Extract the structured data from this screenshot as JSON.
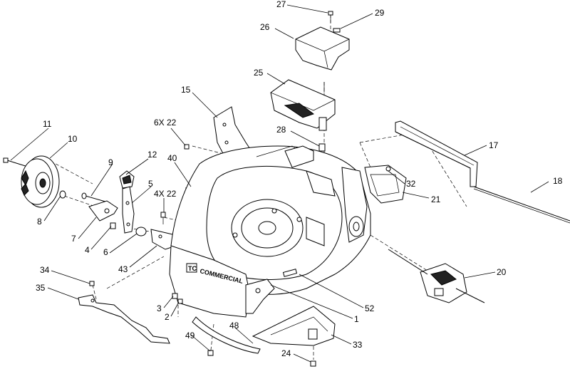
{
  "diagram": {
    "deck_text": "COMMERCIAL",
    "deck_logo": "TC",
    "callouts": [
      {
        "id": "c27",
        "text": "27"
      },
      {
        "id": "c29",
        "text": "29"
      },
      {
        "id": "c26",
        "text": "26"
      },
      {
        "id": "c25",
        "text": "25"
      },
      {
        "id": "c15",
        "text": "15"
      },
      {
        "id": "c6x22",
        "text": "6X 22"
      },
      {
        "id": "c28",
        "text": "28"
      },
      {
        "id": "c17",
        "text": "17"
      },
      {
        "id": "c11",
        "text": "11"
      },
      {
        "id": "c10",
        "text": "10"
      },
      {
        "id": "c9",
        "text": "9"
      },
      {
        "id": "c12",
        "text": "12"
      },
      {
        "id": "c40",
        "text": "40"
      },
      {
        "id": "c5",
        "text": "5"
      },
      {
        "id": "c4x22",
        "text": "4X 22"
      },
      {
        "id": "c32",
        "text": "32"
      },
      {
        "id": "c21",
        "text": "21"
      },
      {
        "id": "c18",
        "text": "18"
      },
      {
        "id": "c8",
        "text": "8"
      },
      {
        "id": "c7",
        "text": "7"
      },
      {
        "id": "c4",
        "text": "4"
      },
      {
        "id": "c6",
        "text": "6"
      },
      {
        "id": "c43",
        "text": "43"
      },
      {
        "id": "c34",
        "text": "34"
      },
      {
        "id": "c35",
        "text": "35"
      },
      {
        "id": "c20",
        "text": "20"
      },
      {
        "id": "c52",
        "text": "52"
      },
      {
        "id": "c3",
        "text": "3"
      },
      {
        "id": "c2",
        "text": "2"
      },
      {
        "id": "c1",
        "text": "1"
      },
      {
        "id": "c49",
        "text": "49"
      },
      {
        "id": "c48",
        "text": "48"
      },
      {
        "id": "c33",
        "text": "33"
      },
      {
        "id": "c24",
        "text": "24"
      }
    ]
  }
}
